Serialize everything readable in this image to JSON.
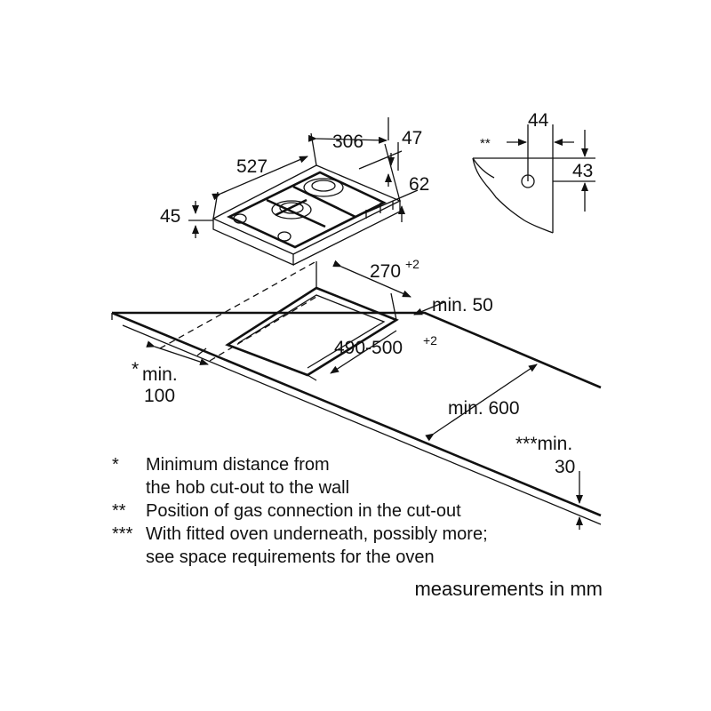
{
  "hob_dimensions": {
    "width": "306",
    "depth": "527",
    "height_total": "47",
    "height_body": "62",
    "height_front": "45"
  },
  "connection_detail": {
    "marker": "**",
    "offset": "44",
    "height": "43"
  },
  "cutout": {
    "width": "270",
    "width_tolerance": "+2",
    "depth": "490-500",
    "depth_tolerance": "+2",
    "min_side": "min. 50",
    "min_front": "min. 600",
    "min_wall_marker": "*",
    "min_wall_label": "min.",
    "min_wall_value": "100",
    "min_below_label": "***min.",
    "min_below_value": "30"
  },
  "notes": [
    {
      "marker": "*",
      "line1": "Minimum distance from",
      "line2": "the hob cut-out to the wall"
    },
    {
      "marker": "**",
      "line1": "Position of gas connection in the cut-out",
      "line2": ""
    },
    {
      "marker": "***",
      "line1": "With fitted oven underneath, possibly more;",
      "line2": "see space requirements for the oven"
    }
  ],
  "units_label": "measurements in mm"
}
